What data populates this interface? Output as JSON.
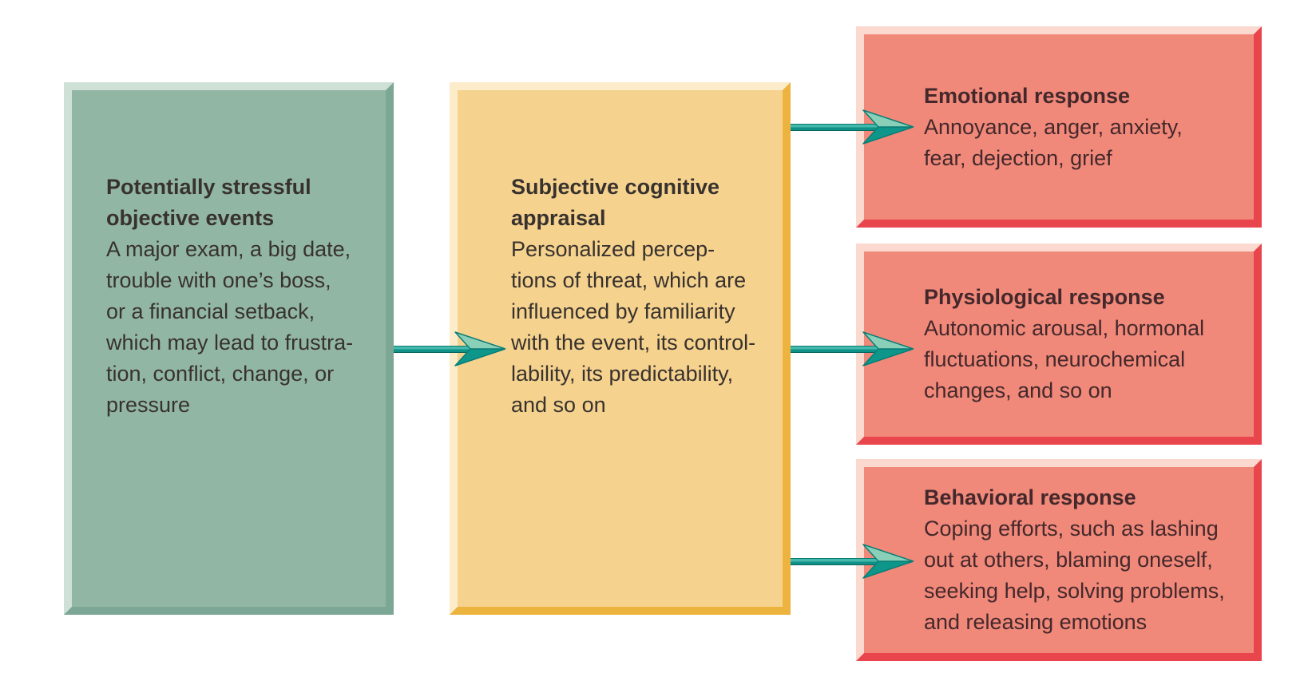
{
  "colors": {
    "canvas-bg": "#ffffff",
    "green-fill": "#92b6a4",
    "green-light": "#cfe1d7",
    "green-dark": "#7da795",
    "tan-fill": "#f5d28e",
    "tan-light": "#fcecca",
    "tan-dark": "#ecb43e",
    "red-fill": "#f0897a",
    "red-light": "#fbd9cf",
    "red-dark": "#e8454d",
    "arrow-head-light": "#8ad0b9",
    "arrow-head-dark": "#0e968b",
    "arrow-outline": "#0a7e76",
    "arrow-shaft-light": "#44b8ab",
    "arrow-shaft-dark": "#0f9187",
    "text-main": "#38322e",
    "text-red-box": "#44282b"
  },
  "boxes": {
    "events": {
      "heading": "Potentially stressful\nobjective events",
      "body": "A major exam, a big date,\ntrouble with one’s boss,\nor a financial setback,\nwhich may lead to frustra-\ntion, conflict, change, or\npressure"
    },
    "appraisal": {
      "heading": "Subjective cognitive\nappraisal",
      "body": "Personalized percep-\ntions of threat, which are\ninfluenced by familiarity\nwith the event, its control-\nlability, its predictability,\nand so on"
    },
    "responses": [
      {
        "heading": "Emotional response",
        "body": "Annoyance, anger, anxiety,\nfear, dejection, grief"
      },
      {
        "heading": "Physiological response",
        "body": "Autonomic arousal, hormonal\nfluctuations, neurochemical\nchanges, and so on"
      },
      {
        "heading": "Behavioral response",
        "body": "Coping efforts, such as lashing\nout at others, blaming oneself,\nseeking help, solving problems,\nand releasing emotions"
      }
    ]
  }
}
